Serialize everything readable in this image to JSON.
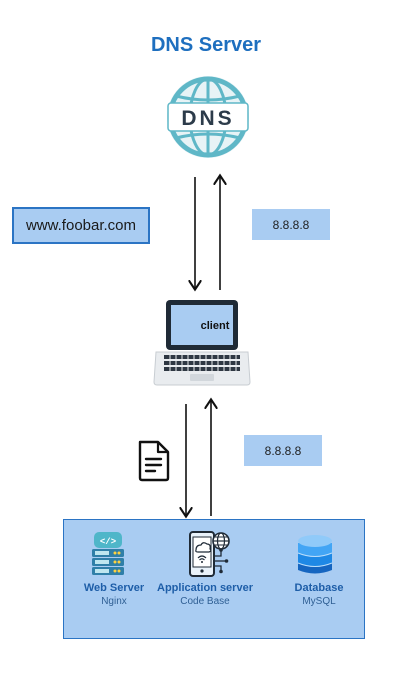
{
  "title": "DNS Server",
  "dns_icon_text": "DNS",
  "domain_query": "www.foobar.com",
  "dns_response_ip": "8.8.8.8",
  "client_label": "client",
  "request_ip": "8.8.8.8",
  "web_server": {
    "name": "Web Server",
    "sub": "Nginx"
  },
  "app_server": {
    "name": "Application server",
    "sub": "Code Base"
  },
  "database": {
    "name": "Database",
    "sub": "MySQL"
  },
  "colors": {
    "accent": "#1E6FBF",
    "box_fill": "#A9CCF2",
    "box_border": "#2B74C4"
  },
  "icons": [
    "dns-globe-icon",
    "laptop-icon",
    "document-icon",
    "web-server-icon",
    "application-server-icon",
    "database-icon"
  ]
}
